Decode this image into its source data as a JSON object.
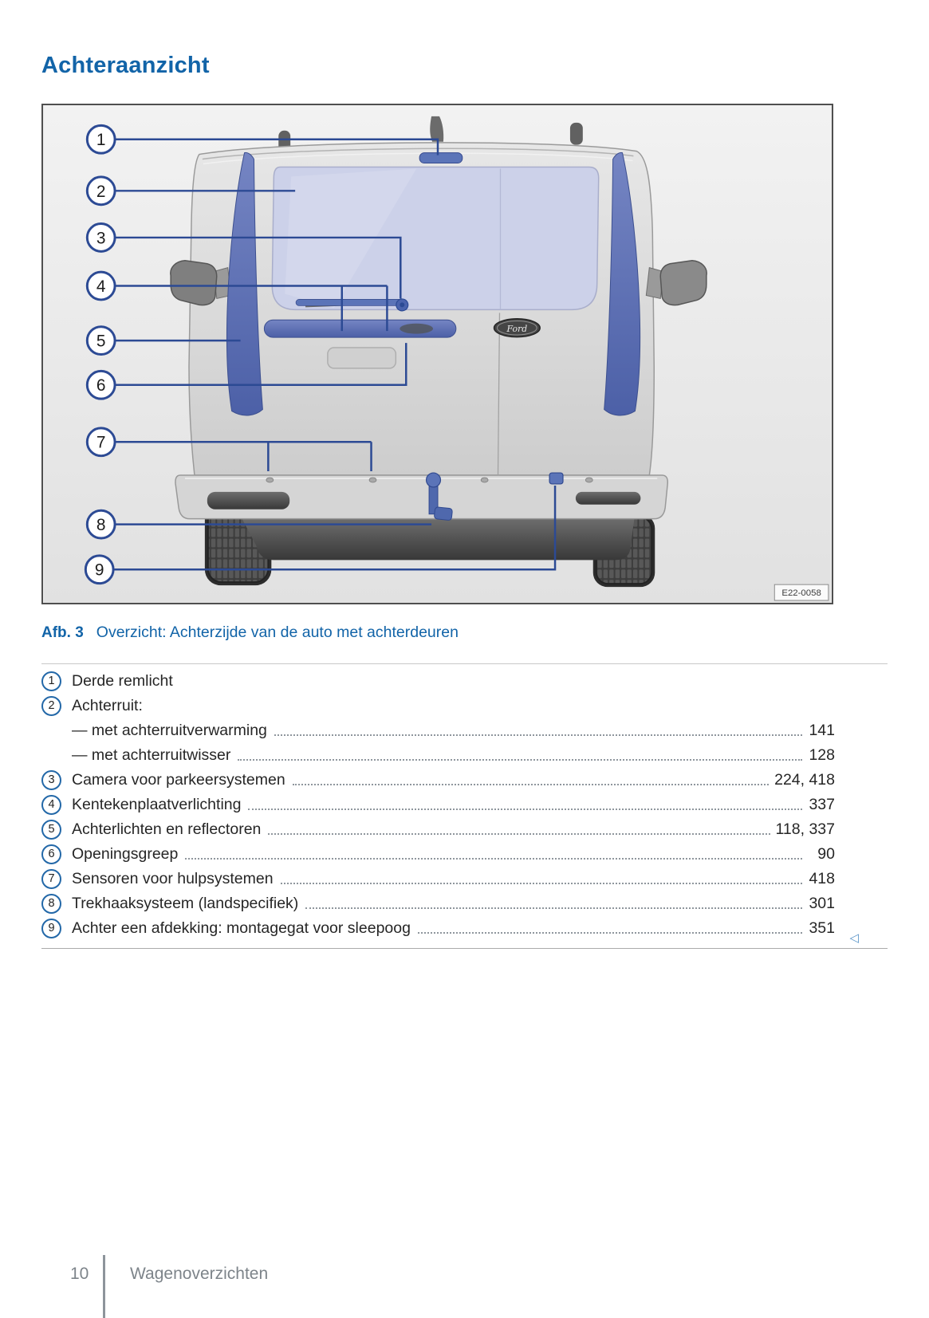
{
  "header": {
    "title": "Achteraanzicht"
  },
  "figure": {
    "caption_label": "Afb. 3",
    "caption_text": "Overzicht: Achterzijde van de auto met achterdeuren",
    "image_code": "E22-0058",
    "brand_logo": "Ford",
    "callouts": [
      "1",
      "2",
      "3",
      "4",
      "5",
      "6",
      "7",
      "8",
      "9"
    ]
  },
  "legend": {
    "end_marker": "◁",
    "items": [
      {
        "num": "1",
        "label": "Derde remlicht",
        "pages": ""
      },
      {
        "num": "2",
        "label": "Achterruit:",
        "pages": ""
      },
      {
        "num": "",
        "label": "— met achterruitverwarming",
        "pages": "141"
      },
      {
        "num": "",
        "label": "— met achterruitwisser",
        "pages": "128"
      },
      {
        "num": "3",
        "label": "Camera voor parkeersystemen",
        "pages": "224, 418"
      },
      {
        "num": "4",
        "label": "Kentekenplaatverlichting",
        "pages": "337"
      },
      {
        "num": "5",
        "label": "Achterlichten en reflectoren",
        "pages": "118, 337"
      },
      {
        "num": "6",
        "label": "Openingsgreep",
        "pages": "90"
      },
      {
        "num": "7",
        "label": "Sensoren voor hulpsystemen",
        "pages": "418"
      },
      {
        "num": "8",
        "label": "Trekhaaksysteem (landspecifiek)",
        "pages": "301"
      },
      {
        "num": "9",
        "label": "Achter een afdekking: montagegat voor sleepoog",
        "pages": "351"
      }
    ]
  },
  "footer": {
    "page_number": "10",
    "section_title": "Wagenoverzichten"
  },
  "colors": {
    "accent_blue": "#1264a8",
    "callout_navy": "#2c4a94",
    "highlight_blue": "#5b74b8",
    "text": "#262626",
    "muted_gray": "#7d848a"
  }
}
